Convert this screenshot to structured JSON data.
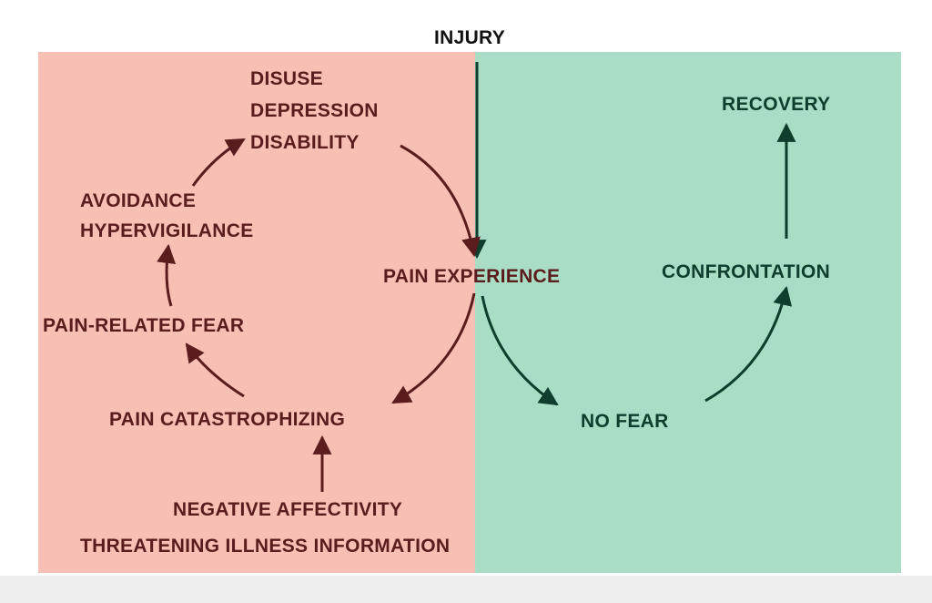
{
  "diagram": {
    "colors": {
      "fear_zone": "#f8bfb4",
      "recovery_zone": "#a9ddc5",
      "fear_text": "#5a1c1c",
      "recovery_text": "#0f3d2e"
    },
    "nodes": {
      "injury": "INJURY",
      "pain_experience": "PAIN EXPERIENCE",
      "disuse": "DISUSE",
      "depression": "DEPRESSION",
      "disability": "DISABILITY",
      "avoidance": "AVOIDANCE",
      "hypervigilance": "HYPERVIGILANCE",
      "pain_related_fear": "PAIN-RELATED FEAR",
      "pain_catastrophizing": "PAIN CATASTROPHIZING",
      "negative_affectivity": "NEGATIVE AFFECTIVITY",
      "threatening_info": "THREATENING ILLNESS INFORMATION",
      "no_fear": "NO FEAR",
      "confrontation": "CONFRONTATION",
      "recovery": "RECOVERY"
    }
  }
}
